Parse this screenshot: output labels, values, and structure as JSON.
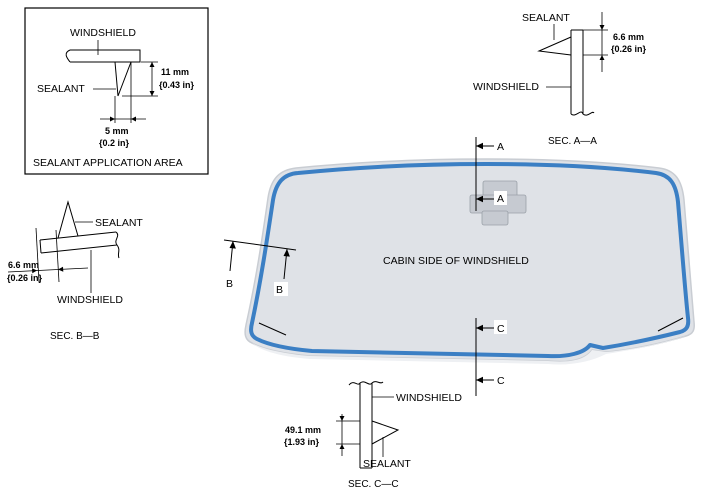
{
  "inset": {
    "windshield": "WINDSHIELD",
    "sealant": "SEALANT",
    "height_mm": "11 mm",
    "height_in": "{0.43 in}",
    "width_mm": "5 mm",
    "width_in": "{0.2 in}",
    "caption": "SEALANT APPLICATION AREA"
  },
  "sec_a": {
    "sealant": "SEALANT",
    "windshield": "WINDSHIELD",
    "dim_mm": "6.6 mm",
    "dim_in": "{0.26 in}",
    "caption": "SEC. A—A"
  },
  "sec_b": {
    "sealant": "SEALANT",
    "windshield": "WINDSHIELD",
    "dim_mm": "6.6 mm",
    "dim_in": "{0.26 in}",
    "caption": "SEC. B—B"
  },
  "sec_c": {
    "windshield": "WINDSHIELD",
    "sealant": "SEALANT",
    "dim_mm": "49.1 mm",
    "dim_in": "{1.93 in}",
    "caption": "SEC. C—C"
  },
  "main": {
    "cabin_label": "CABIN SIDE OF WINDSHIELD",
    "cut_a_top": "A",
    "cut_a_bottom": "A",
    "cut_b_left": "B",
    "cut_b_right": "B",
    "cut_c_top": "C",
    "cut_c_bottom": "C"
  },
  "colors": {
    "sealant_bead": "#3b7fc4",
    "glass_fill": "#dfe2e7",
    "glass_edge": "#c9cdd3"
  }
}
